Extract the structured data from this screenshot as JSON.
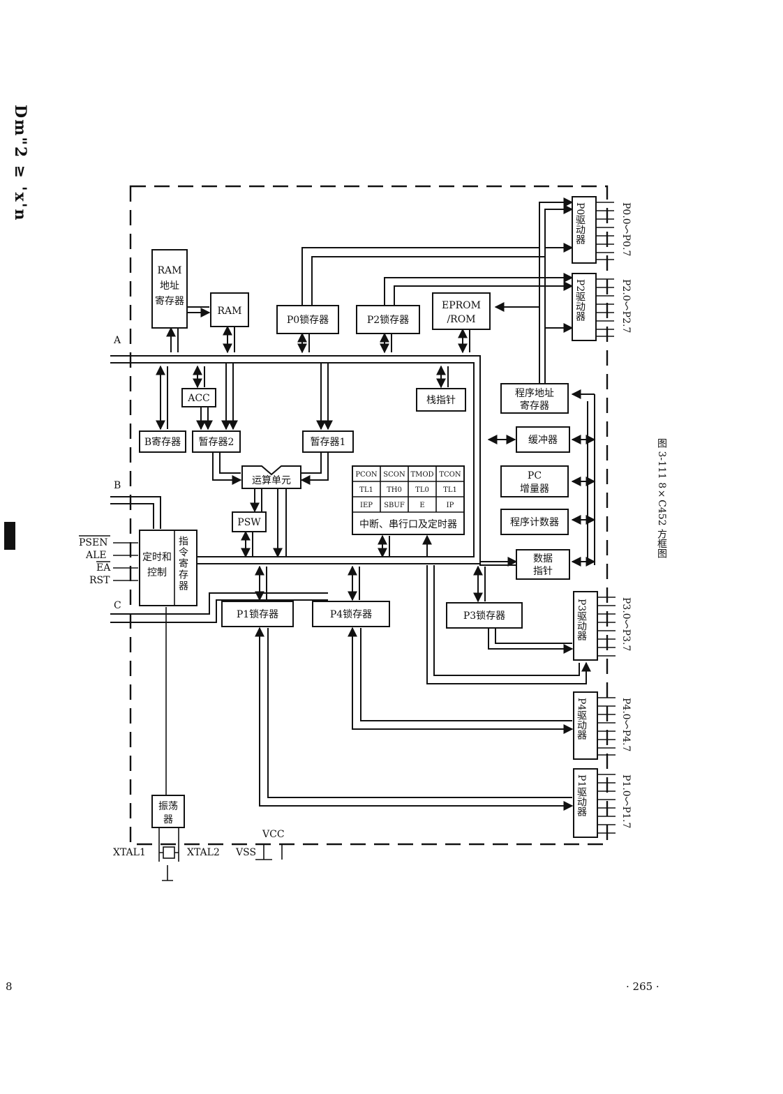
{
  "caption": "图 3-111 8×C452 方框图",
  "page_number": "· 265 ·",
  "page_corner": "8",
  "margin_note": "Dm\"2 ≥ 'x'n",
  "buses": {
    "a": "A",
    "b": "B",
    "c": "C"
  },
  "blocks": {
    "ram_addr": [
      "RAM",
      "地址",
      "寄存器"
    ],
    "ram": "RAM",
    "p0_latch": "P0锁存器",
    "p2_latch": "P2锁存器",
    "eprom": [
      "EPROM",
      "/ROM"
    ],
    "acc": "ACC",
    "stack_ptr": "栈指针",
    "b_reg": "B寄存器",
    "temp2": "暂存器2",
    "temp1": "暂存器1",
    "alu": "运算单元",
    "psw": "PSW",
    "timing": [
      "定时和",
      "控制"
    ],
    "instr_reg": "指令寄存器",
    "p1_latch": "P1锁存器",
    "p4_latch": "P4锁存器",
    "p3_latch": "P3锁存器",
    "prog_addr": [
      "程序地址",
      "寄存器"
    ],
    "buffer": "缓冲器",
    "pc_inc": [
      "PC",
      "增量器"
    ],
    "pc": "程序计数器",
    "dptr": [
      "数据",
      "指针"
    ],
    "osc": [
      "振荡",
      "器"
    ],
    "sfr_title": "中断、串行口及定时器",
    "sfr": [
      [
        "PCON",
        "SCON",
        "TMOD",
        "TCON"
      ],
      [
        "TL1",
        "TH0",
        "TL0",
        "TL1"
      ],
      [
        "IEP",
        "SBUF",
        "E",
        "IP"
      ]
    ]
  },
  "drivers": {
    "p0": {
      "name": "P0驱动器",
      "pins": "P0.0～P0.7"
    },
    "p2": {
      "name": "P2驱动器",
      "pins": "P2.0～P2.7"
    },
    "p3": {
      "name": "P3驱动器",
      "pins": "P3.0～P3.7"
    },
    "p4": {
      "name": "P4驱动器",
      "pins": "P4.0～P4.7"
    },
    "p1": {
      "name": "P1驱动器",
      "pins": "P1.0～P1.7"
    }
  },
  "signals": {
    "psen": "PSEN",
    "ale": "ALE",
    "ea": "EA",
    "rst": "RST",
    "xtal1": "XTAL1",
    "xtal2": "XTAL2",
    "vcc": "VCC",
    "vss": "VSS"
  }
}
